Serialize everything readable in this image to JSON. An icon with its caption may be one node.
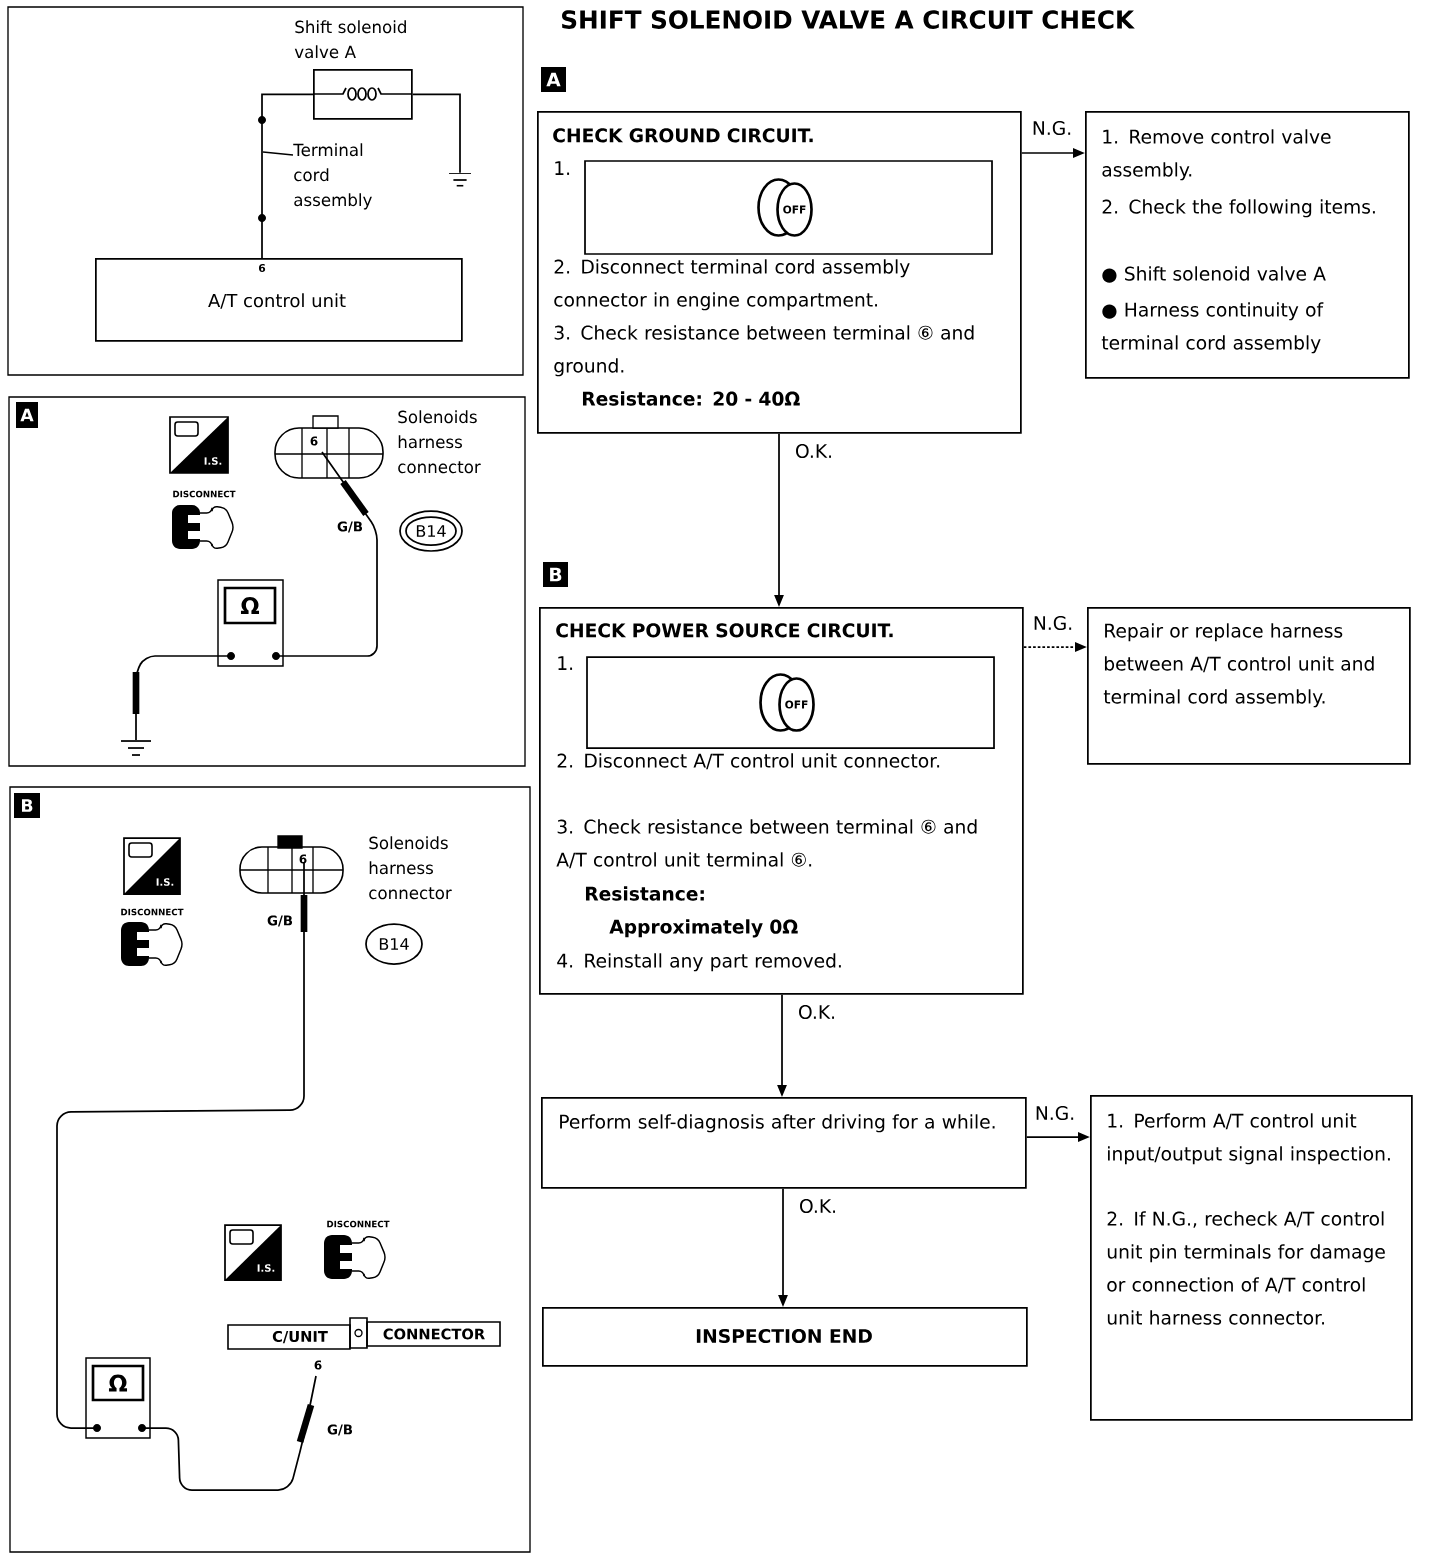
{
  "diagram": {
    "title": "SHIFT SOLENOID VALVE A CIRCUIT CHECK",
    "nodes": [
      {
        "text": [
          "CHECK GROUND CIRCUIT.",
          "1.",
          "2. Disconnect terminal cord assembly connector in engine compartment.",
          "3. Check resistance between terminal ⑥ and ground.",
          "**Resistance: 20 - 40Ω**"
        ],
        "beside": [
          "A"
        ]
      },
      {
        "text": [
          "1. Remove control valve assembly.",
          "2. Check the following items.",
          "● Shift solenoid valve A",
          "● Harness continuity of terminal cord assembly"
        ]
      },
      {
        "text": [
          "CHECK POWER SOURCE CIRCUIT.",
          "1.",
          "2. Disconnect A/T control unit connector.",
          "3. Check resistance between terminal ⑥ and A/T control unit terminal ⑥.",
          "**Resistance:**",
          "**Approximately 0Ω**",
          "4. Reinstall any part removed."
        ],
        "beside": [
          "B"
        ]
      },
      {
        "text": [
          "Repair or replace harness between A/T control unit and terminal cord assembly."
        ]
      },
      {
        "text": [
          "Perform self-diagnosis after driving for a while."
        ]
      },
      {
        "text": [
          "1. Perform A/T control unit input/output signal inspection.",
          "2. If N.G., recheck A/T control unit pin terminals for damage or connection of A/T control unit harness connector."
        ]
      },
      {
        "text": [
          "INSPECTION END"
        ]
      },
      {
        "text": [
          "Shift solenoid valve A"
        ]
      },
      {
        "text": [
          "Terminal cord assembly"
        ]
      },
      {
        "text": [
          "6",
          "A/T control unit"
        ]
      },
      {
        "text": [],
        "shape": "ground"
      }
    ],
    "edges": [
      {
        "from": 0,
        "to": 1,
        "arrow": "to",
        "label": "N.G."
      },
      {
        "from": 0,
        "to": 2,
        "arrow": "to",
        "label": "O.K."
      },
      {
        "from": 2,
        "to": 3,
        "arrow": "to",
        "label": "N.G.",
        "style": "dashed"
      },
      {
        "from": 2,
        "to": 4,
        "arrow": "to",
        "label": "O.K."
      },
      {
        "from": 4,
        "to": 5,
        "arrow": "to",
        "label": "N.G."
      },
      {
        "from": 4,
        "to": 6,
        "arrow": "to",
        "label": "O.K."
      },
      {
        "from": 7,
        "to": 9,
        "arrow": "none"
      },
      {
        "from": 7,
        "to": 10,
        "arrow": "none"
      },
      {
        "from": 8,
        "to": null,
        "arrow": "none"
      }
    ],
    "labels": [
      "OFF",
      "OFF",
      "A",
      "I.S.",
      "DISCONNECT",
      "6",
      "Solenoids harness connector",
      "G/B",
      "B14",
      "Ω",
      "B",
      "I.S.",
      "DISCONNECT",
      "6",
      "Solenoids harness connector",
      "G/B",
      "B14",
      "I.S.",
      "DISCONNECT",
      "C/UNIT",
      "CONNECTOR",
      "6",
      "G/B",
      "Ω"
    ]
  }
}
